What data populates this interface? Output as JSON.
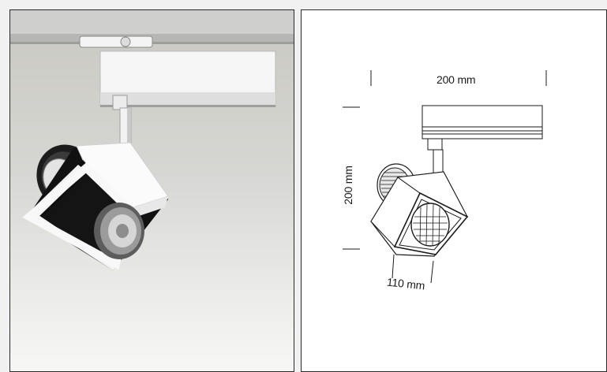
{
  "photo": {
    "description_icon": "track-spotlight-photo"
  },
  "drawing": {
    "width_label": "200 mm",
    "height_label": "200 mm",
    "depth_label": "110 mm"
  },
  "colors": {
    "background": "#f1f1f1",
    "border": "#2a2a2a",
    "fixture_body": "#ffffff",
    "fixture_dark": "#111111"
  }
}
